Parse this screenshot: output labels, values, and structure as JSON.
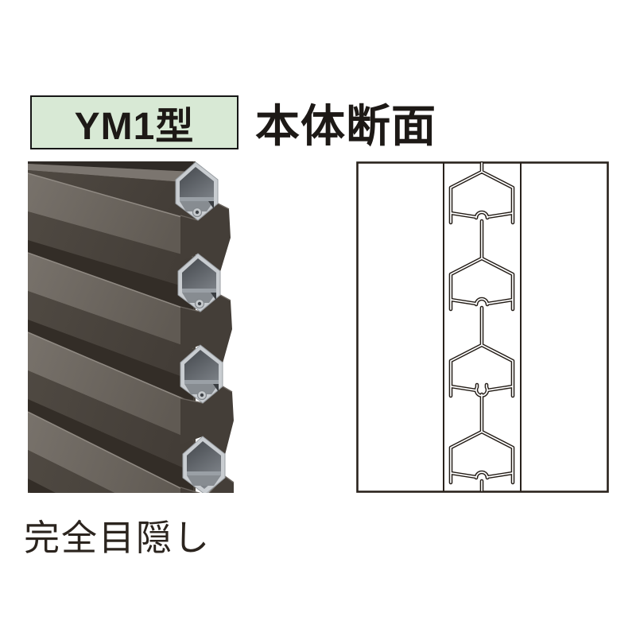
{
  "header": {
    "model_label": "YM1型",
    "section_title": "本体断面"
  },
  "render": {
    "caption": "完全目隠し",
    "subject": "interlocking-louver-slats-3d-render",
    "slat_count_visible": 4
  },
  "diagram": {
    "subject": "slat-profile-cross-section-chain",
    "profile_count": 4
  },
  "colors": {
    "page-bg": "#ffffff",
    "accent-green": "#d8e9d5",
    "border-black": "#161616",
    "text-black": "#1d1916",
    "caption-brown": "#2b241e",
    "line-dark": "#241d17",
    "slat-light": "#6c665f",
    "slat-front": "#4a443d",
    "slat-shadow": "#332d27",
    "slat-top": "#7b756f",
    "cap-silver": "#c9cdd1",
    "cap-shelf": "#9aa0a6"
  }
}
